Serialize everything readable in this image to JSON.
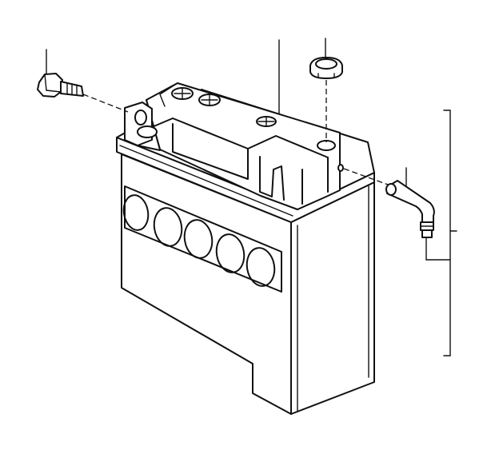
{
  "diagram": {
    "parts": [
      "battery",
      "hex-bolt",
      "terminal-cap",
      "vent-elbow",
      "group-bracket"
    ]
  }
}
